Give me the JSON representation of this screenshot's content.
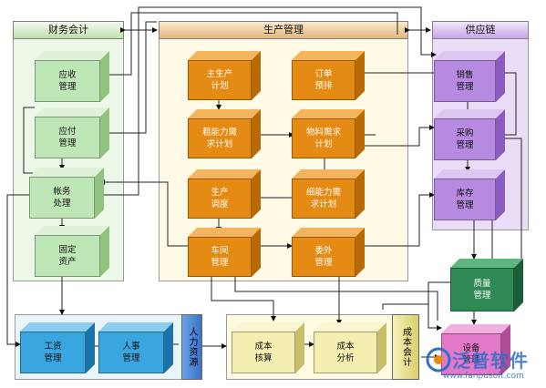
{
  "panels": {
    "finance": {
      "title": "财务会计"
    },
    "production": {
      "title": "生产管理"
    },
    "supply": {
      "title": "供应链"
    },
    "hr": {
      "title": "人力资源"
    },
    "cost": {
      "title": "成本会计"
    }
  },
  "nodes": {
    "yingshou": {
      "label": "应收\n管理"
    },
    "yingfu": {
      "label": "应付\n管理"
    },
    "zhangwu": {
      "label": "帐务\n处理"
    },
    "guding": {
      "label": "固定\n资产"
    },
    "zhushengchan": {
      "label": "主生产\n计划"
    },
    "dingdan": {
      "label": "订单\n预排"
    },
    "cunengli": {
      "label": "粗能力需\n求计划"
    },
    "wuliao": {
      "label": "物料需求\n计划"
    },
    "diaodu": {
      "label": "生产\n调度"
    },
    "xinengli": {
      "label": "细能力需\n求计划"
    },
    "chejian": {
      "label": "车间\n管理"
    },
    "waixie": {
      "label": "委外\n管理"
    },
    "xiaoshou": {
      "label": "销售\n管理"
    },
    "caigou": {
      "label": "采购\n管理"
    },
    "kucun": {
      "label": "库存\n管理"
    },
    "zhiliang": {
      "label": "质量\n管理"
    },
    "shebei": {
      "label": "设备\n管理"
    },
    "gongzi": {
      "label": "工资\n管理"
    },
    "renshi": {
      "label": "人事\n管理"
    },
    "chengben_hesuan": {
      "label": "成本\n核算"
    },
    "chengben_fenxi": {
      "label": "成本\n分析"
    }
  },
  "watermark": {
    "name": "泛普软件",
    "url": "www.fanpusoft.com"
  },
  "colors": {
    "orange": "#e58a12",
    "purple": "#b68ae0",
    "green_light": "#bfe6b6",
    "green_dark": "#2e8a52",
    "blue": "#3aa6e0",
    "pink": "#e478c8",
    "yellow": "#f4eeb0",
    "lavender_panel": "#e9ddf7",
    "green_panel": "#eef8e9",
    "yellow_panel": "#fffae6"
  }
}
